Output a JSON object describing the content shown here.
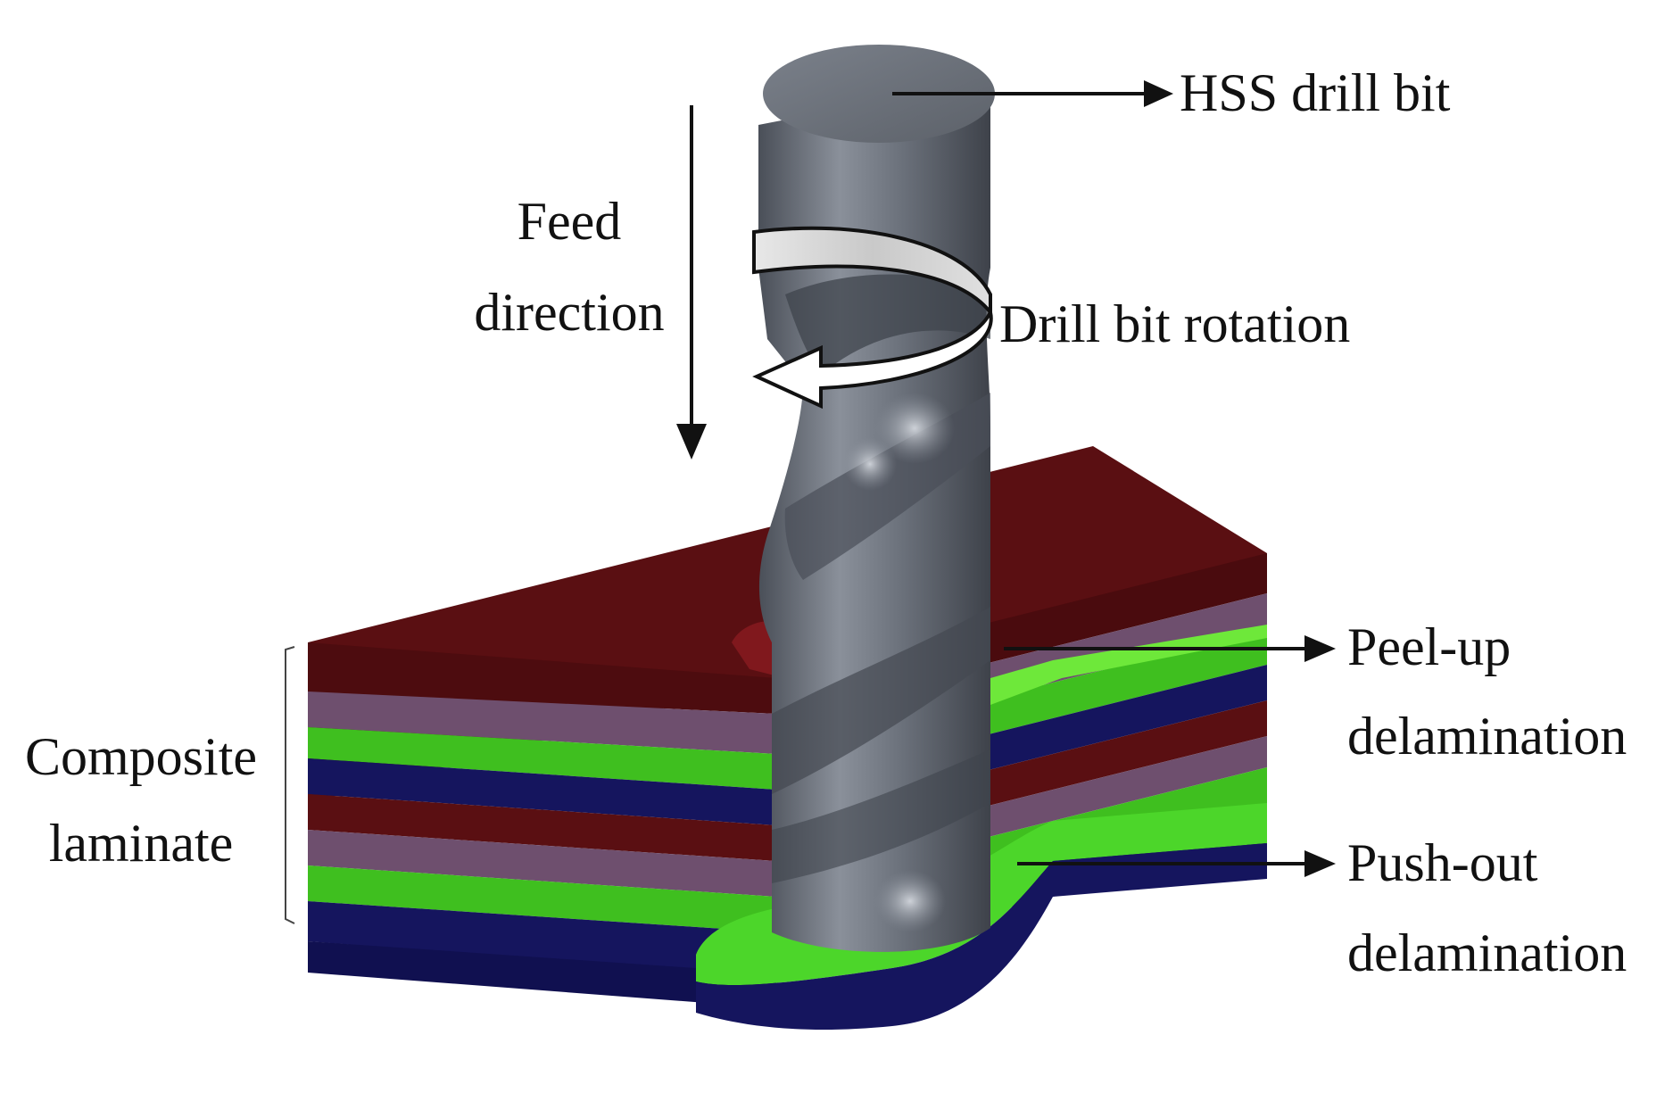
{
  "labels": {
    "drill_bit": "HSS drill bit",
    "feed_line1": "Feed",
    "feed_line2": "direction",
    "rotation": "Drill bit rotation",
    "composite_line1": "Composite",
    "composite_line2": "laminate",
    "peel_line1": "Peel-up",
    "peel_line2": "delamination",
    "push_line1": "Push-out",
    "push_line2": "delamination"
  },
  "colors": {
    "layer_maroon": "#5a0f12",
    "layer_mauve": "#6e4f6e",
    "layer_green": "#3fbf1f",
    "layer_green_bright": "#6ee83a",
    "layer_navy": "#15155e",
    "drill_gray": "#6e7480",
    "arrow_white": "#ffffff"
  }
}
